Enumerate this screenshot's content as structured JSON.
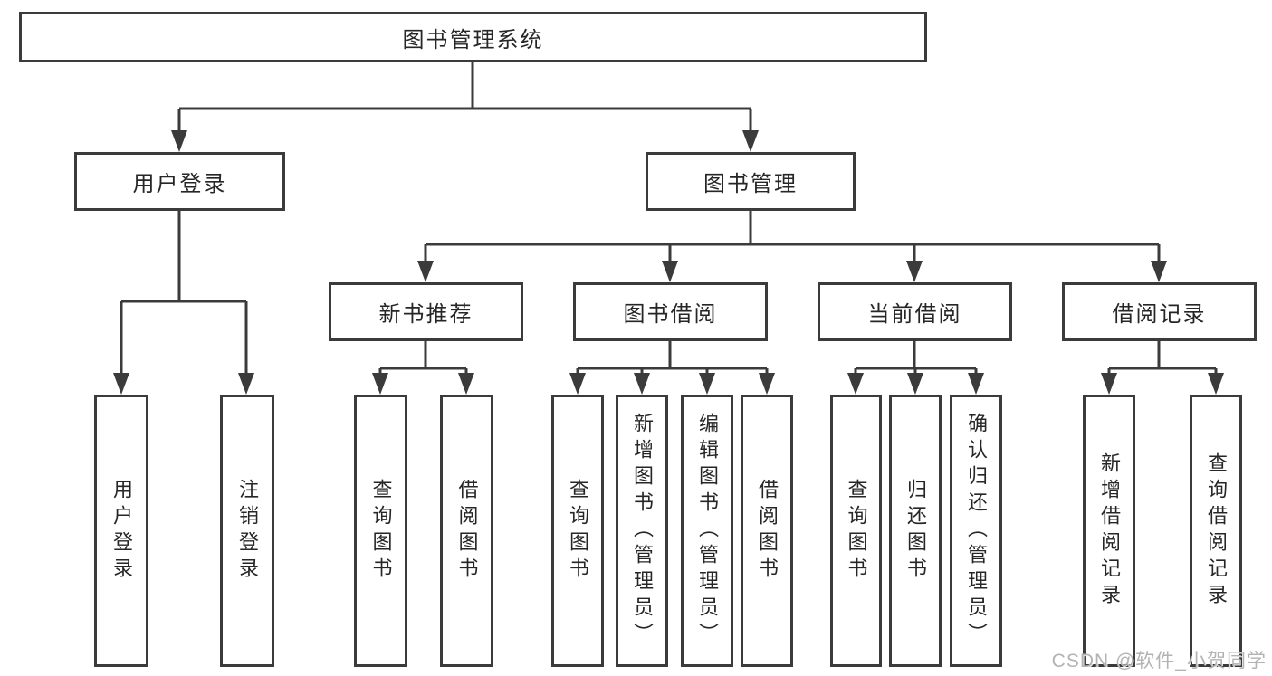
{
  "colors": {
    "line": "#3b3b3b",
    "box_border": "#3b3b3b",
    "text": "#262626",
    "watermark": "#b3b3b3",
    "background": "#ffffff"
  },
  "watermark": {
    "text": "CSDN @软件_小贺同学"
  },
  "tree": {
    "root": {
      "label": "图书管理系统"
    },
    "user_login": {
      "label": "用户登录",
      "children": [
        {
          "label": "用户登录"
        },
        {
          "label": "注销登录"
        }
      ]
    },
    "book_management": {
      "label": "图书管理",
      "new_book_recommend": {
        "label": "新书推荐",
        "children": [
          {
            "label": "查询图书"
          },
          {
            "label": "借阅图书"
          }
        ]
      },
      "book_borrow": {
        "label": "图书借阅",
        "children": [
          {
            "label": "查询图书"
          },
          {
            "label": "新增图书（管理员）"
          },
          {
            "label": "编辑图书（管理员）"
          },
          {
            "label": "借阅图书"
          }
        ]
      },
      "current_borrow": {
        "label": "当前借阅",
        "children": [
          {
            "label": "查询图书"
          },
          {
            "label": "归还图书"
          },
          {
            "label": "确认归还（管理员）"
          }
        ]
      },
      "borrow_records": {
        "label": "借阅记录",
        "children": [
          {
            "label": "新增借阅记录"
          },
          {
            "label": "查询借阅记录"
          }
        ]
      }
    }
  }
}
